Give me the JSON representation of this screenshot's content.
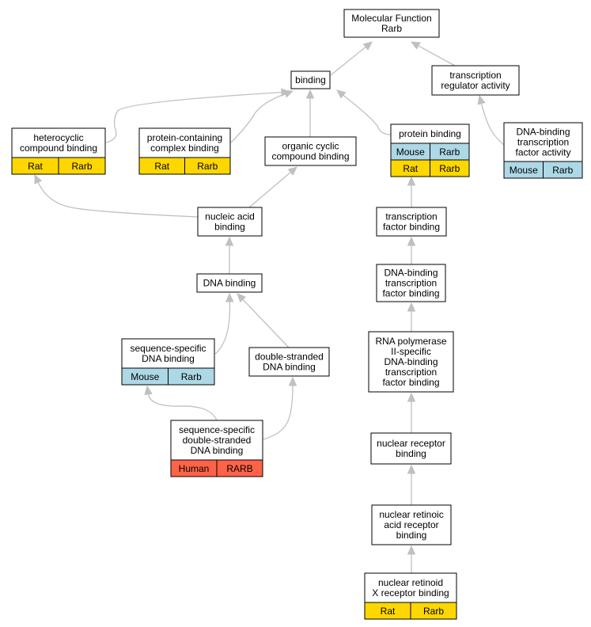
{
  "colors": {
    "rat": "#ffd700",
    "mouse": "#add8e6",
    "human": "#ff6347",
    "edge": "#c0c0c0"
  },
  "nodes": [
    {
      "id": "molecular-function",
      "lines": [
        "Molecular Function",
        "Rarb"
      ]
    },
    {
      "id": "binding",
      "lines": [
        "binding"
      ]
    },
    {
      "id": "transcription-regulator-activity",
      "lines": [
        "transcription",
        "regulator activity"
      ]
    },
    {
      "id": "heterocyclic-compound-binding",
      "lines": [
        "heterocyclic",
        "compound binding"
      ],
      "annotations": [
        [
          {
            "text": "Rat",
            "color": "rat"
          },
          {
            "text": "Rarb",
            "color": "rat"
          }
        ]
      ]
    },
    {
      "id": "protein-containing-complex-binding",
      "lines": [
        "protein-containing",
        "complex binding"
      ],
      "annotations": [
        [
          {
            "text": "Rat",
            "color": "rat"
          },
          {
            "text": "Rarb",
            "color": "rat"
          }
        ]
      ]
    },
    {
      "id": "organic-cyclic-compound-binding",
      "lines": [
        "organic cyclic",
        "compound binding"
      ]
    },
    {
      "id": "protein-binding",
      "lines": [
        "protein binding"
      ],
      "annotations": [
        [
          {
            "text": "Mouse",
            "color": "mouse"
          },
          {
            "text": "Rarb",
            "color": "mouse"
          }
        ],
        [
          {
            "text": "Rat",
            "color": "rat"
          },
          {
            "text": "Rarb",
            "color": "rat"
          }
        ]
      ]
    },
    {
      "id": "dna-binding-transcription-factor-activity",
      "lines": [
        "DNA-binding",
        "transcription",
        "factor activity"
      ],
      "annotations": [
        [
          {
            "text": "Mouse",
            "color": "mouse"
          },
          {
            "text": "Rarb",
            "color": "mouse"
          }
        ]
      ]
    },
    {
      "id": "nucleic-acid-binding",
      "lines": [
        "nucleic acid",
        "binding"
      ]
    },
    {
      "id": "transcription-factor-binding",
      "lines": [
        "transcription",
        "factor binding"
      ]
    },
    {
      "id": "dna-binding",
      "lines": [
        "DNA binding"
      ]
    },
    {
      "id": "dna-binding-transcription-factor-binding",
      "lines": [
        "DNA-binding",
        "transcription",
        "factor binding"
      ]
    },
    {
      "id": "sequence-specific-dna-binding",
      "lines": [
        "sequence-specific",
        "DNA binding"
      ],
      "annotations": [
        [
          {
            "text": "Mouse",
            "color": "mouse"
          },
          {
            "text": "Rarb",
            "color": "mouse"
          }
        ]
      ]
    },
    {
      "id": "double-stranded-dna-binding",
      "lines": [
        "double-stranded",
        "DNA binding"
      ]
    },
    {
      "id": "rna-pol-ii-dna-binding-tf-binding",
      "lines": [
        "RNA polymerase",
        "II-specific",
        "DNA-binding",
        "transcription",
        "factor binding"
      ]
    },
    {
      "id": "sequence-specific-double-stranded-dna-binding",
      "lines": [
        "sequence-specific",
        "double-stranded",
        "DNA binding"
      ],
      "annotations": [
        [
          {
            "text": "Human",
            "color": "human"
          },
          {
            "text": "RARB",
            "color": "human"
          }
        ]
      ]
    },
    {
      "id": "nuclear-receptor-binding",
      "lines": [
        "nuclear receptor",
        "binding"
      ]
    },
    {
      "id": "nuclear-retinoic-acid-receptor-binding",
      "lines": [
        "nuclear retinoic",
        "acid receptor",
        "binding"
      ]
    },
    {
      "id": "nuclear-retinoid-x-receptor-binding",
      "lines": [
        "nuclear retinoid",
        "X receptor binding"
      ],
      "annotations": [
        [
          {
            "text": "Rat",
            "color": "rat"
          },
          {
            "text": "Rarb",
            "color": "rat"
          }
        ]
      ]
    }
  ],
  "edges": [
    {
      "from": "binding",
      "to": "molecular-function"
    },
    {
      "from": "transcription-regulator-activity",
      "to": "molecular-function"
    },
    {
      "from": "heterocyclic-compound-binding",
      "to": "binding"
    },
    {
      "from": "protein-containing-complex-binding",
      "to": "binding"
    },
    {
      "from": "organic-cyclic-compound-binding",
      "to": "binding"
    },
    {
      "from": "protein-binding",
      "to": "binding"
    },
    {
      "from": "dna-binding-transcription-factor-activity",
      "to": "transcription-regulator-activity"
    },
    {
      "from": "nucleic-acid-binding",
      "to": "heterocyclic-compound-binding"
    },
    {
      "from": "nucleic-acid-binding",
      "to": "organic-cyclic-compound-binding"
    },
    {
      "from": "transcription-factor-binding",
      "to": "protein-binding"
    },
    {
      "from": "dna-binding",
      "to": "nucleic-acid-binding"
    },
    {
      "from": "dna-binding-transcription-factor-binding",
      "to": "transcription-factor-binding"
    },
    {
      "from": "sequence-specific-dna-binding",
      "to": "dna-binding"
    },
    {
      "from": "double-stranded-dna-binding",
      "to": "dna-binding"
    },
    {
      "from": "rna-pol-ii-dna-binding-tf-binding",
      "to": "dna-binding-transcription-factor-binding"
    },
    {
      "from": "sequence-specific-double-stranded-dna-binding",
      "to": "sequence-specific-dna-binding"
    },
    {
      "from": "sequence-specific-double-stranded-dna-binding",
      "to": "double-stranded-dna-binding"
    },
    {
      "from": "nuclear-receptor-binding",
      "to": "rna-pol-ii-dna-binding-tf-binding"
    },
    {
      "from": "nuclear-retinoic-acid-receptor-binding",
      "to": "nuclear-receptor-binding"
    },
    {
      "from": "nuclear-retinoid-x-receptor-binding",
      "to": "nuclear-retinoic-acid-receptor-binding"
    }
  ]
}
